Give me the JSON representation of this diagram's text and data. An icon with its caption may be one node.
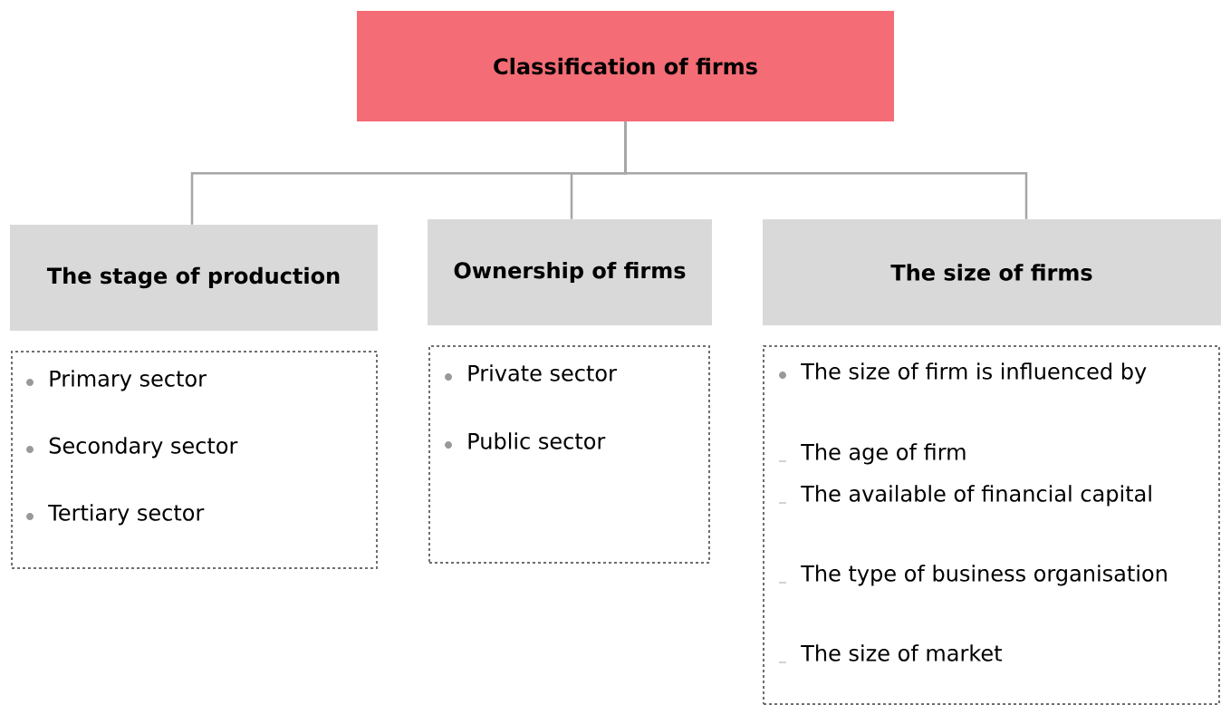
{
  "diagram": {
    "nodes": [
      {
        "text": [
          "Classification of firms"
        ]
      },
      {
        "text": [
          "The stage of production"
        ]
      },
      {
        "text": [
          "Ownership of firms"
        ]
      },
      {
        "text": [
          "The size of firms"
        ]
      },
      {
        "text": [
          "Primary sector",
          "Secondary sector",
          "Tertiary sector"
        ]
      },
      {
        "text": [
          "Private sector",
          "Public sector"
        ]
      },
      {
        "text": [
          "The size of firm is influenced by",
          "The age of firm",
          "The available of financial capital",
          "The type of business organisation",
          "The size of market"
        ]
      }
    ],
    "edges": [
      {
        "from": 0,
        "to": 1,
        "arrow": "none"
      },
      {
        "from": 0,
        "to": 2,
        "arrow": "none"
      },
      {
        "from": 0,
        "to": 3,
        "arrow": "none"
      }
    ]
  }
}
